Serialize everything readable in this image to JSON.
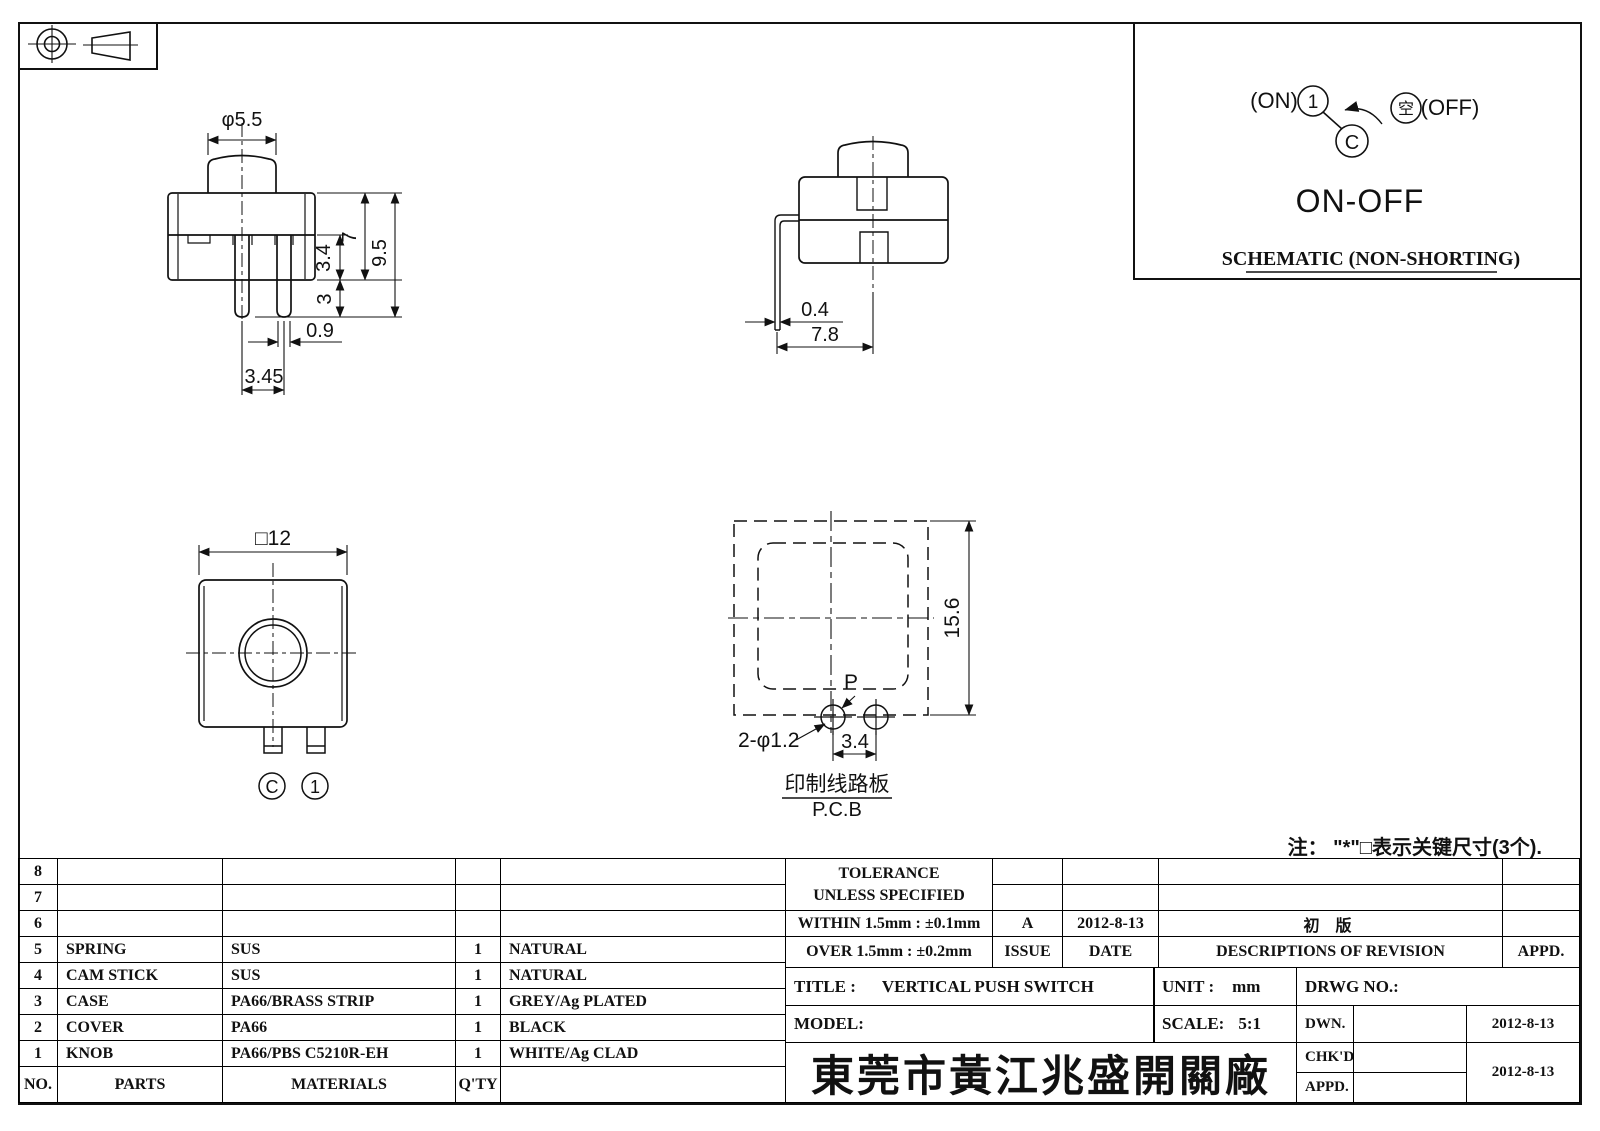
{
  "note": "注： \"*\"□表示关键尺寸(3个).",
  "front_view": {
    "dia": "φ5.5",
    "total_height": "9.5",
    "body_height": "7",
    "step_height": "3.4",
    "pin_length": "3",
    "pin_width": "0.9",
    "pin_pitch": "3.45"
  },
  "side_view": {
    "pin_thickness": "0.4",
    "pin_offset": "7.8"
  },
  "bottom_view": {
    "body_size": "□12",
    "pin_c": "C",
    "pin_1": "1"
  },
  "pcb_view": {
    "height": "15.6",
    "hole_pitch": "3.4",
    "holes": "2-φ1.2",
    "point": "P",
    "caption_cn": "印制线路板",
    "caption_en": "P.C.B"
  },
  "schematic": {
    "on_label": "(ON)",
    "terminal_1": "1",
    "terminal_c": "C",
    "off_symbol": "空",
    "off_label": "(OFF)",
    "function": "ON-OFF",
    "caption": "SCHEMATIC (NON-SHORTING)"
  },
  "parts_table": {
    "headers": {
      "no": "NO.",
      "parts": "PARTS",
      "materials": "MATERIALS",
      "qty": "Q'TY",
      "finish": ""
    },
    "rows": [
      {
        "no": "8",
        "part": "",
        "material": "",
        "qty": "",
        "finish": ""
      },
      {
        "no": "7",
        "part": "",
        "material": "",
        "qty": "",
        "finish": ""
      },
      {
        "no": "6",
        "part": "",
        "material": "",
        "qty": "",
        "finish": ""
      },
      {
        "no": "5",
        "part": "SPRING",
        "material": "SUS",
        "qty": "1",
        "finish": "NATURAL"
      },
      {
        "no": "4",
        "part": "CAM STICK",
        "material": "SUS",
        "qty": "1",
        "finish": "NATURAL"
      },
      {
        "no": "3",
        "part": "CASE",
        "material": "PA66/BRASS STRIP",
        "qty": "1",
        "finish": "GREY/Ag PLATED"
      },
      {
        "no": "2",
        "part": "COVER",
        "material": "PA66",
        "qty": "1",
        "finish": "BLACK"
      },
      {
        "no": "1",
        "part": "KNOB",
        "material": "PA66/PBS C5210R-EH",
        "qty": "1",
        "finish": "WHITE/Ag CLAD"
      }
    ]
  },
  "tolerance": {
    "line1": "TOLERANCE",
    "line2": "UNLESS  SPECIFIED",
    "within": "WITHIN 1.5mm : ±0.1mm",
    "over": "OVER 1.5mm : ±0.2mm"
  },
  "revision": {
    "issue_header": "ISSUE",
    "date_header": "DATE",
    "desc_header": "DESCRIPTIONS OF REVISION",
    "appd_header": "APPD.",
    "issue": "A",
    "date": "2012-8-13",
    "description": "初  版",
    "appd": ""
  },
  "title_block": {
    "title_label": "TITLE :",
    "title": "VERTICAL PUSH SWITCH",
    "unit_label": "UNIT :",
    "unit": "mm",
    "drwg_label": "DRWG NO.:",
    "model_label": "MODEL:",
    "scale_label": "SCALE:",
    "scale": "5:1",
    "company": "東莞市黃江兆盛開關廠",
    "dwn_label": "DWN.",
    "dwn_date": "2012-8-13",
    "chkd_label": "CHK'D",
    "appd_label": "APPD.",
    "chkd_appd_date": "2012-8-13"
  }
}
